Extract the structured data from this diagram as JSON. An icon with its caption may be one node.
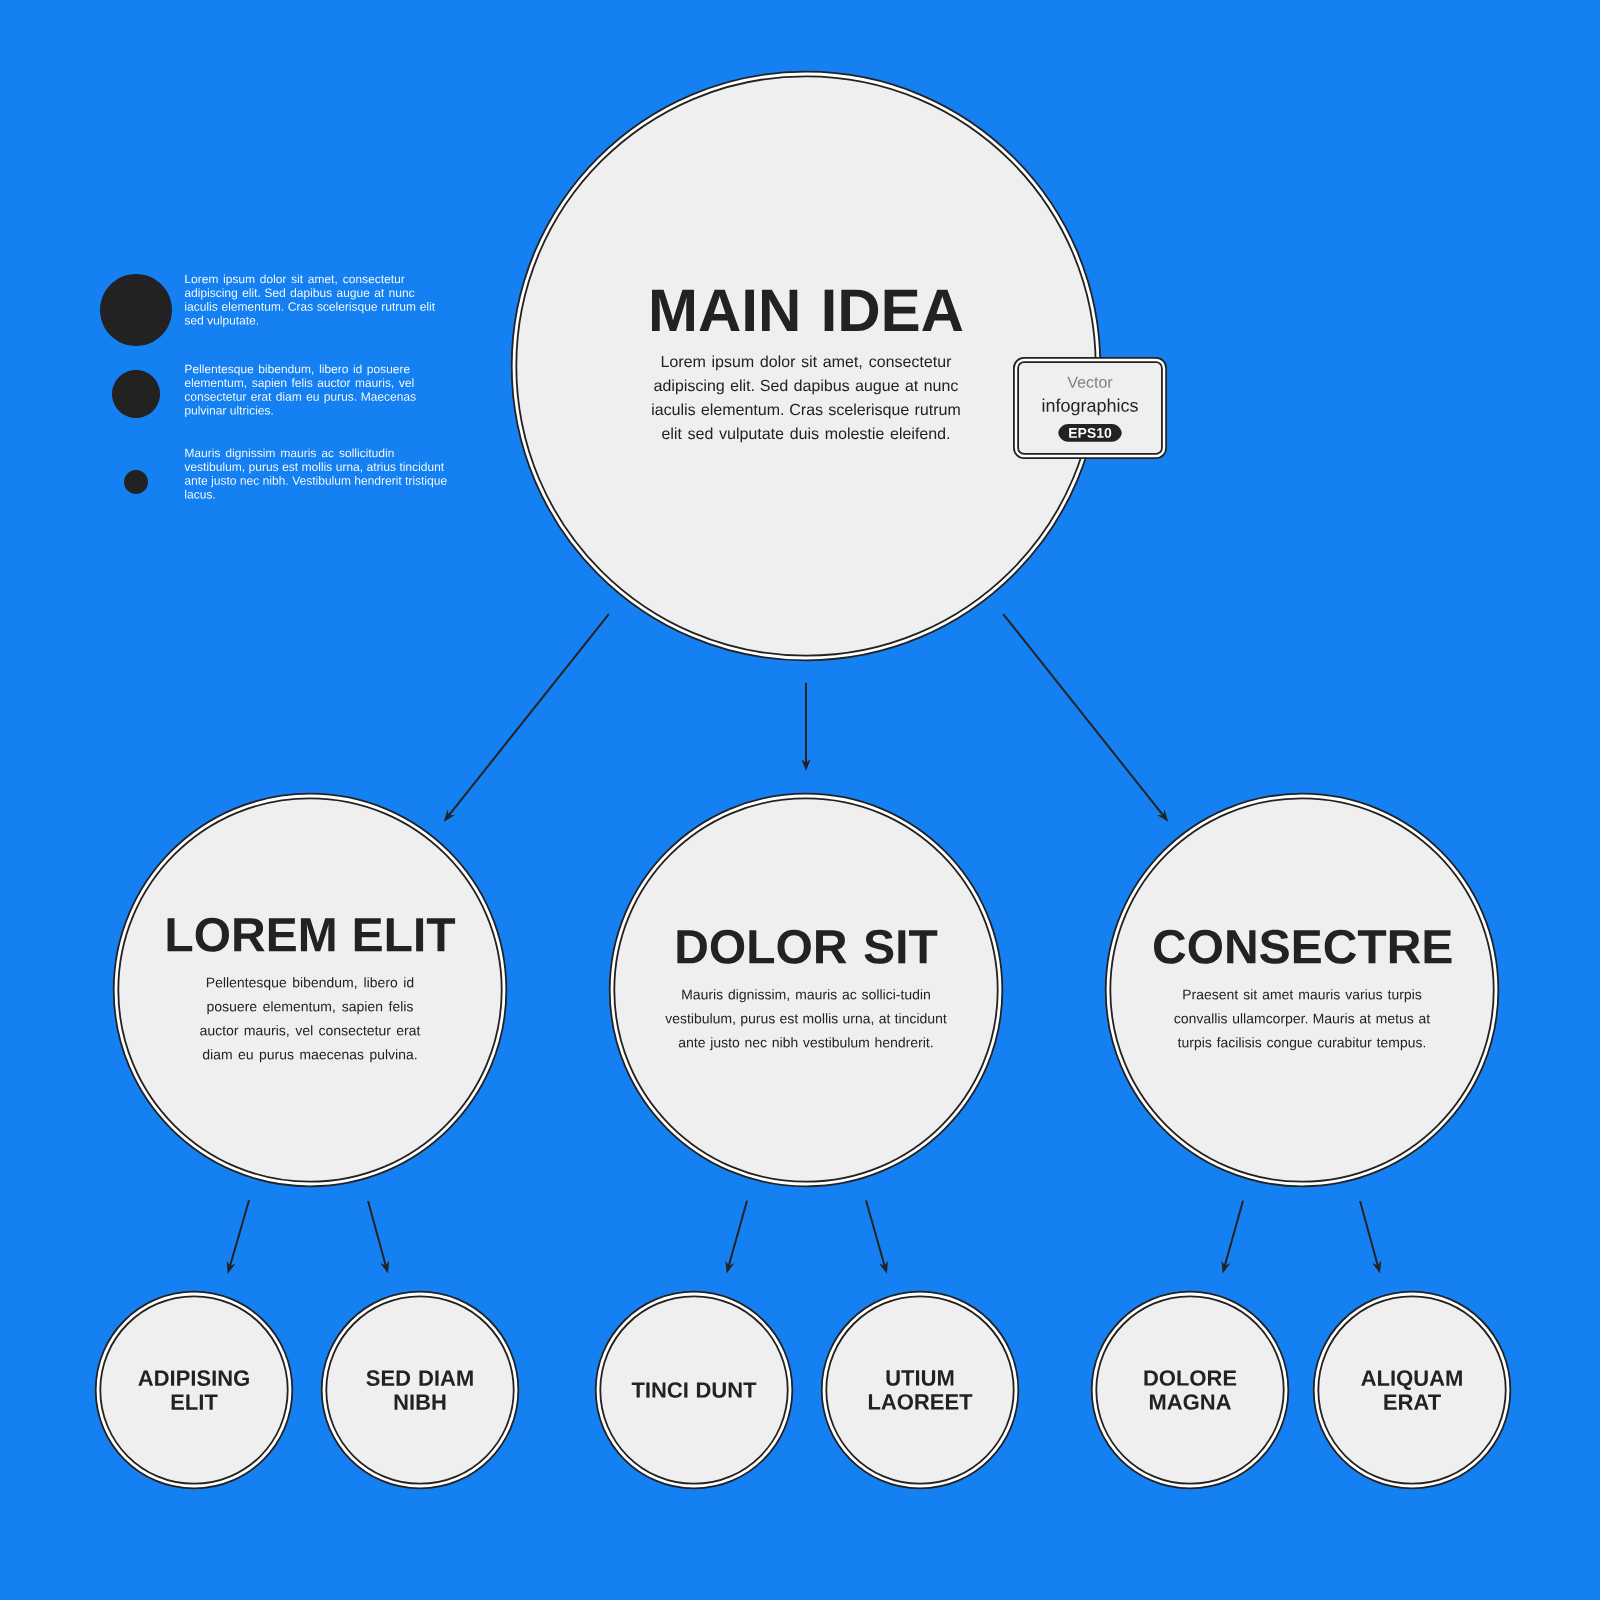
{
  "diagram": {
    "nodes": [
      {
        "text": [
          "MAIN IDEA",
          "Lorem ipsum dolor sit amet, consectetur adipiscing elit. Sed dapibus augue at nunc iaculis elementum. Cras scelerisque rutrum elit sed vulputate duis molestie eleifend."
        ]
      },
      {
        "text": [
          "Vector",
          "infographics"
        ]
      },
      {
        "text": [
          "EPS10"
        ],
        "in": 1
      },
      {
        "text": [
          "LOREM ELIT",
          "Pellentesque bibendum, libero id posuere elementum, sapien felis auctor mauris, vel consectetur erat diam eu purus maecenas pulvina."
        ]
      },
      {
        "text": [
          "DOLOR SIT",
          "Mauris dignissim, mauris ac sollici-tudin vestibulum, purus est mollis urna, at tincidunt ante justo nec nibh vestibulum hendrerit."
        ]
      },
      {
        "text": [
          "CONSECTRE",
          "Praesent sit amet mauris varius turpis convallis ullamcorper. Mauris at metus at turpis facilisis congue curabitur tempus."
        ]
      },
      {
        "text": [
          "ADIPISING ELIT"
        ]
      },
      {
        "text": [
          "SED DIAM NIBH"
        ]
      },
      {
        "text": [
          "TINCI DUNT"
        ]
      },
      {
        "text": [
          "UTIUM LAOREET"
        ]
      },
      {
        "text": [
          "DOLORE MAGNA"
        ]
      },
      {
        "text": [
          "ALIQUAM ERAT"
        ]
      }
    ],
    "edges": [
      {
        "from": 0,
        "to": 3,
        "arrow": "to"
      },
      {
        "from": 0,
        "to": 4,
        "arrow": "to"
      },
      {
        "from": 0,
        "to": 5,
        "arrow": "to"
      },
      {
        "from": 3,
        "to": 6,
        "arrow": "to"
      },
      {
        "from": 3,
        "to": 7,
        "arrow": "to"
      },
      {
        "from": 4,
        "to": 8,
        "arrow": "to"
      },
      {
        "from": 4,
        "to": 9,
        "arrow": "to"
      },
      {
        "from": 5,
        "to": 10,
        "arrow": "to"
      },
      {
        "from": 5,
        "to": 11,
        "arrow": "to"
      }
    ],
    "legend": [
      {
        "text": "Lorem ipsum dolor sit amet, consectetur adipiscing elit. Sed dapibus augue at nunc iaculis elementum. Cras scelerisque rutrum elit sed vulputate."
      },
      {
        "text": "Pellentesque bibendum, libero id posuere elementum, sapien felis auctor mauris, vel consectetur erat diam eu purus. Maecenas pulvinar ultricies."
      },
      {
        "text": "Mauris dignissim mauris ac sollicitudin vestibulum, purus est mollis urna, atrius tincidunt ante justo nec nibh. Vestibulum hendrerit tristique lacus."
      }
    ]
  }
}
